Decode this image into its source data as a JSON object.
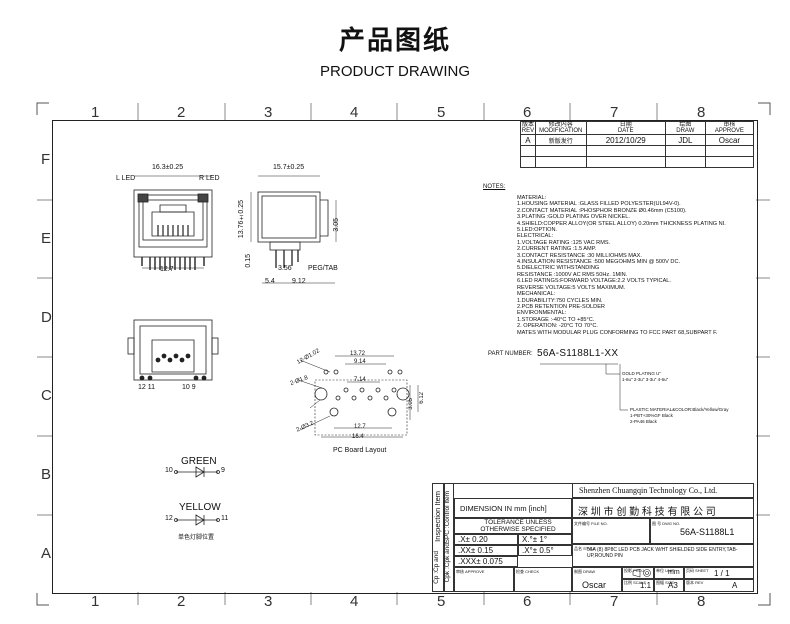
{
  "header": {
    "title_cn": "产品图纸",
    "title_en": "PRODUCT DRAWING"
  },
  "zones": {
    "columns": [
      "1",
      "2",
      "3",
      "4",
      "5",
      "6",
      "7",
      "8"
    ],
    "rows": [
      "F",
      "E",
      "D",
      "C",
      "B",
      "A"
    ]
  },
  "revision_table": {
    "headers": [
      {
        "cn": "版本",
        "en": "REV"
      },
      {
        "cn": "修改内容",
        "en": "MODIFICATION"
      },
      {
        "cn": "日期",
        "en": "DATE"
      },
      {
        "cn": "绘图",
        "en": "DRAW"
      },
      {
        "cn": "审核",
        "en": "APPROVE"
      }
    ],
    "row": {
      "rev": "A",
      "modification": "新版发行",
      "date": "2012/10/29",
      "draw": "JDL",
      "approve": "Oscar"
    }
  },
  "drawing_labels": {
    "l_led": "L LED",
    "r_led": "R LED",
    "dim_16_3": "16.3±0.25",
    "dim_15_7": "15.7±0.25",
    "dim_13_76": "13.76±0.25",
    "dim_3_05": "3.05",
    "dim_12_7": "12.7",
    "dim_0_15": "0.15",
    "dim_3_56": "3.56",
    "dim_5_4": "5.4",
    "dim_9_12": "9.12",
    "peg_tab": "PEG/TAB",
    "pin_12_11": "12 11",
    "pin_10_9": "10 9",
    "pcb_layout": "PC Board Layout",
    "pcb_13_72": "13.72",
    "pcb_9_14": "9.14",
    "pcb_7_14": "7.14",
    "pcb_12_7": "12.7",
    "pcb_16_4": "16.4",
    "pcb_2_81": "2-Ø1.8",
    "pcb_2_63": "2-Ø3.2",
    "pcb_12_pin": "12-Ø1.02",
    "pcb_6_12": "6.12",
    "pcb_3_05": "3.05",
    "green": "GREEN",
    "green_pins": {
      "a": "10",
      "b": "9"
    },
    "yellow": "YELLOW",
    "yellow_pins": {
      "a": "12",
      "b": "11"
    },
    "single_led_note": "单色灯脚位置"
  },
  "notes": {
    "heading": "NOTES:",
    "lines": [
      "MATERIAL:",
      "  1.HOUSING MATERIAL :GLASS FILLED POLYESTER(UL94V-0).",
      "  2.CONTACT MATERIAL :PHOSPHOR BRONZE Ø0.46mm (C5100).",
      "  3.PLATING :GOLD PLATING OVER NICKEL.",
      "  4.SHIELD:COPPER ALLOY(OR STEEL ALLOY) 0.20mm THICKNESS PLATING NI.",
      "  5.LED:OPTION.",
      "ELECTRICAL:",
      "  1.VOLTAGE RATING :125 VAC RMS.",
      "  2.CURRENT RATING :1.5 AMP.",
      "  3.CONTACT RESISTANCE :30 MILLIOHMS MAX.",
      "  4.INSULATION RESISTANCE :500 MEGOHMS MIN @ 500V DC.",
      "  5.DIELECTRIC WITHSTANDING",
      "      RESISTANCE :1000V AC RMS 50Hz. 1MIN.",
      "  6.LED RATINGS:FORWARD VOLTAGE:2.2 VOLTS TYPICAL.",
      "      REVERSE VOLTAGE:5 VOLTS MAXIMUM.",
      "MECHANICAL:",
      "  1.DURABILITY:750 CYCLES MIN.",
      "  2.PCB RETENTION PRE-SOLDER",
      "ENVIRONMENTAL:",
      "  1.STORAGE :-40°C TO +85°C.",
      "  2. OPERATION: -20°C TO 70°C.",
      "MATES WITH MODULAR PLUG CONFORMING TO FCC PART 68,SUBPART F."
    ]
  },
  "part_number": {
    "label": "PART NUMBER:",
    "value": "56A-S1188L1-XX",
    "plating_note_1": "GOLD PLATING  U\"",
    "plating_note_2": "1-6u\" 2-3u\" 3-3u\" 4-6u\"",
    "color_note_1": "PLASTIC MATERIAL&COLOR:Black/Yellow/Gray",
    "color_note_2": "1-PBT+30%GF Black",
    "color_note_3": "2-PA46 Black"
  },
  "title_block": {
    "company": "Shenzhen Chuangqin Technology Co., Ltd.",
    "company_cn": "深 圳 市 创 勤 科 技 有 限 公 司",
    "dimension": "DIMENSION IN mm [inch]",
    "tolerance_head": "TOLERANCE UNLESS OTHERWISE SPECIFIED",
    "tol_x": ".X± 0.20",
    "tol_xx": ".XX± 0.15",
    "tol_xxx": ".XXX± 0.075",
    "ang_x": "X.°± 1°",
    "ang_xx": ".X°± 0.5°",
    "file_no_label": "文件编号 FILE NO.",
    "dwg_no_label": "图 号 DWG NO.",
    "dwg_no": "56A-S1188L1",
    "style_label": "品名 STYLE",
    "style": "56A (8) 8P8C LED PCB JACK W/HT SHIELDED SIDE ENTRY,TAB-UP,ROUND PIN",
    "approve_label": "审核 APPROVE",
    "check_label": "检查 CHECK",
    "draw_label": "制图 DRAW",
    "draw": "Oscar",
    "proj_label": "投影 PROJ.",
    "scale_label": "比例 SCALE",
    "scale": "1:1",
    "unit_label": "单位 UNIT",
    "unit": "mm",
    "size_label": "图幅 SIZE",
    "size": "A3",
    "sheet_label": "页码 SHEET",
    "sheet": "1 / 1",
    "rev_label": "版本 REV",
    "rev": "A",
    "side_1": "SPC :Control Item",
    "side_2": "Inspection Item",
    "side_3": "Cpk :Cpk and",
    "side_4": "Cp :Cp and"
  }
}
